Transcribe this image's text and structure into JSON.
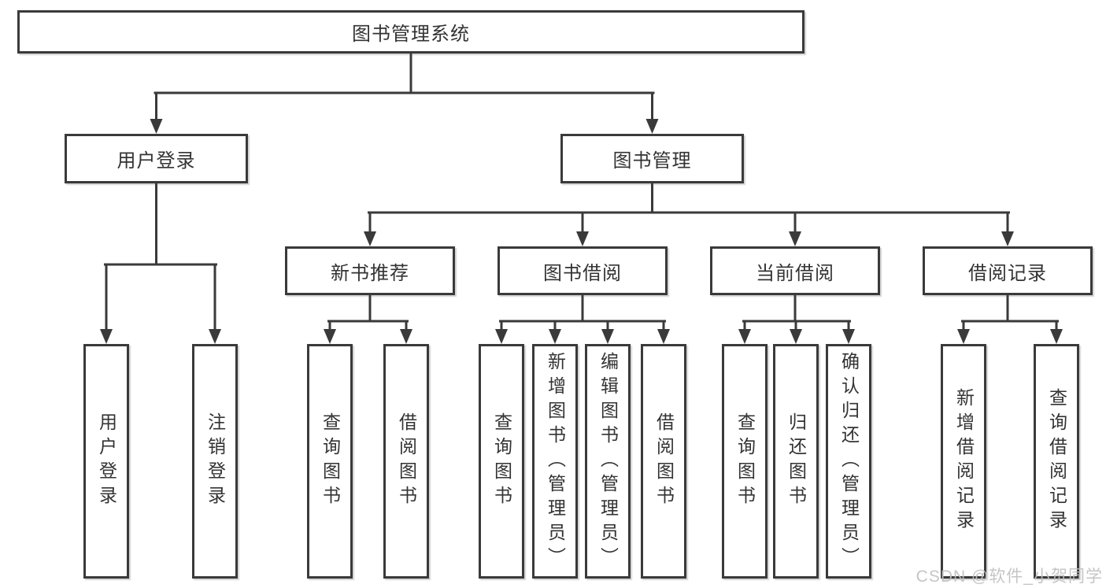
{
  "diagram": {
    "title": "图书管理系统",
    "tree": {
      "label": "图书管理系统",
      "children": [
        {
          "label": "用户登录",
          "children": [
            {
              "label": "用户登录"
            },
            {
              "label": "注销登录"
            }
          ]
        },
        {
          "label": "图书管理",
          "children": [
            {
              "label": "新书推荐",
              "children": [
                {
                  "label": "查询图书"
                },
                {
                  "label": "借阅图书"
                }
              ]
            },
            {
              "label": "图书借阅",
              "children": [
                {
                  "label": "查询图书"
                },
                {
                  "label": "新增图书（管理员）"
                },
                {
                  "label": "编辑图书（管理员）"
                },
                {
                  "label": "借阅图书"
                }
              ]
            },
            {
              "label": "当前借阅",
              "children": [
                {
                  "label": "查询图书"
                },
                {
                  "label": "归还图书"
                },
                {
                  "label": "确认归还（管理员）"
                }
              ]
            },
            {
              "label": "借阅记录",
              "children": [
                {
                  "label": "新增借阅记录"
                },
                {
                  "label": "查询借阅记录"
                }
              ]
            }
          ]
        }
      ]
    }
  },
  "watermark": {
    "text": "CSDN @软件_小贺同学"
  },
  "colors": {
    "line": "#3a3a3a",
    "text": "#333333",
    "background": "#ffffff",
    "watermark": "#bfbfbf"
  }
}
